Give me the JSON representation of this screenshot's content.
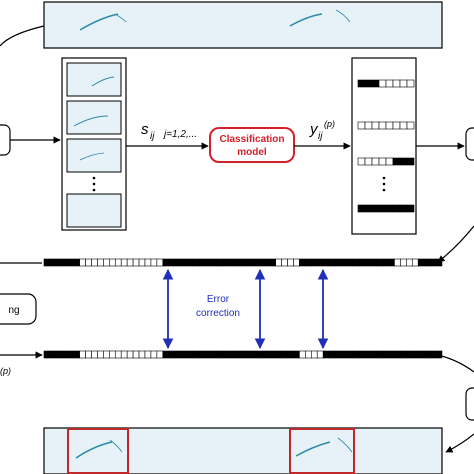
{
  "diagram": {
    "classification_model_label_line1": "Classification",
    "classification_model_label_line2": "model",
    "input_label": "s",
    "input_subscript": "ij",
    "input_range": "j=1,2,...",
    "output_label": "y",
    "output_subscript": "ij",
    "output_superscript": "(p)",
    "error_correction_line1": "Error",
    "error_correction_line2": "correction",
    "left_box_partial_text": "ng",
    "left_partial_label": "(p)",
    "colors": {
      "model_border": "#d4202a",
      "model_text": "#d4202a",
      "arrow_blue": "#1f2fb8",
      "highlight_red": "#c0282a",
      "strip_fill": "#e6f1f8",
      "curve_color": "#2b8aa8"
    }
  }
}
